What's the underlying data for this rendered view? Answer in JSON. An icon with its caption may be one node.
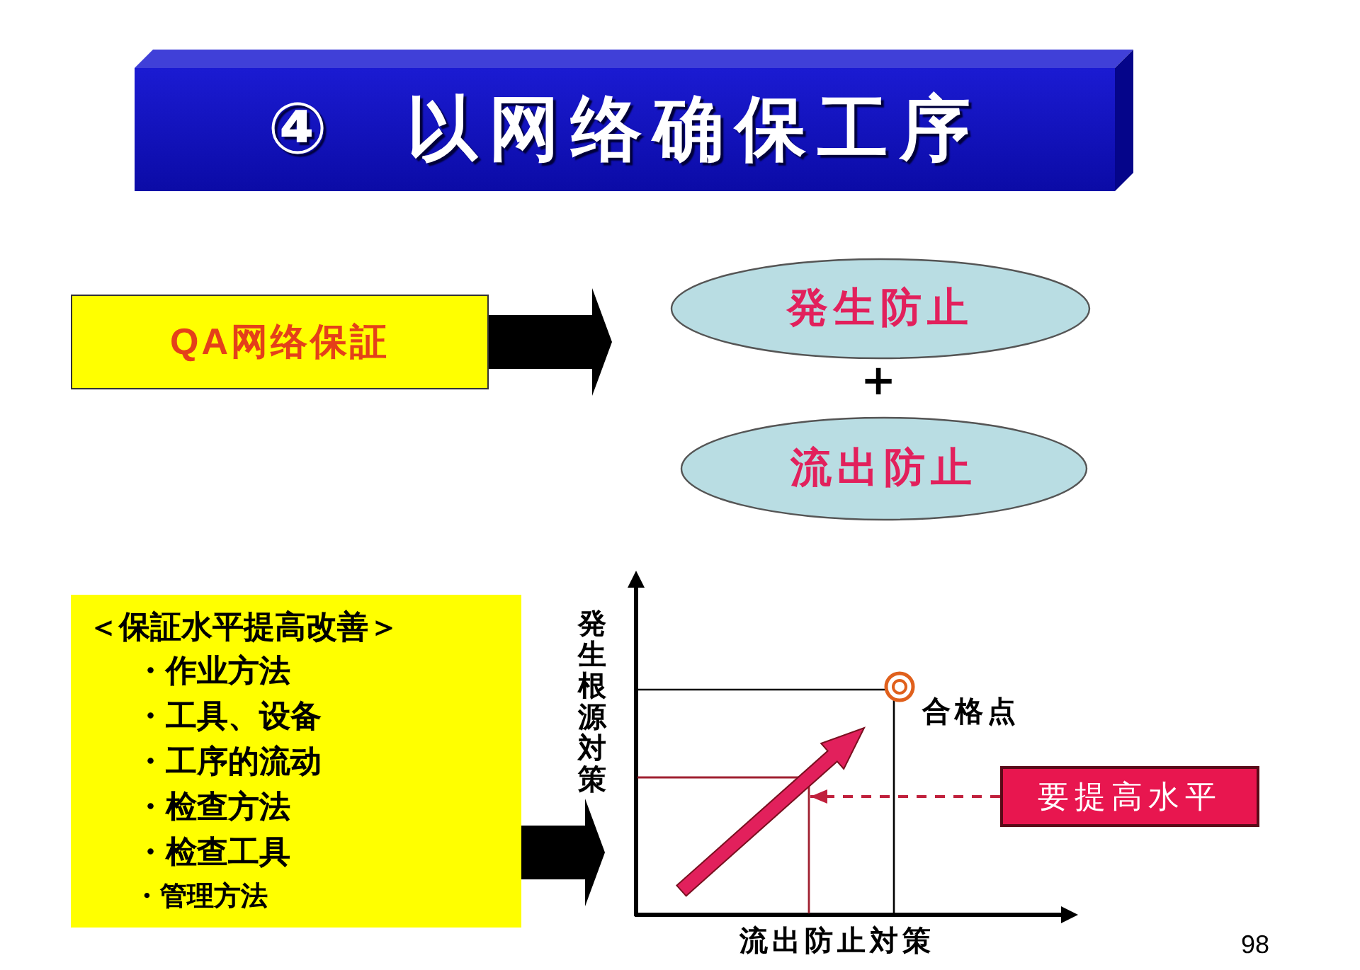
{
  "diagram": {
    "title": "④ 以网络确保工序",
    "nodes": [
      {
        "text": [
          "QA网络保証"
        ]
      },
      {
        "text": [
          "発生防止"
        ]
      },
      {
        "text": [
          "流出防止"
        ]
      },
      {
        "text": [
          "＜保証水平提高改善＞",
          "・作业方法",
          "・工具、设备",
          "・工序的流动",
          "・检查方法",
          "・检查工具",
          "・管理方法"
        ]
      },
      {
        "text": [],
        "shape": "picture",
        "beside": [
          "発生根源対策",
          "流出防止対策"
        ]
      },
      {
        "text": [
          "要提高水平"
        ]
      }
    ],
    "edges": [
      {
        "from": 0,
        "to": 1,
        "arrow": "to"
      },
      {
        "from": 0,
        "to": 2,
        "arrow": "to"
      },
      {
        "from": 3,
        "to": 4,
        "arrow": "to"
      },
      {
        "from": 5,
        "to": 4,
        "arrow": "to",
        "style": "dashed",
        "color": "#c0203c"
      }
    ],
    "labels": [
      "＋",
      "合格点",
      "98"
    ]
  }
}
